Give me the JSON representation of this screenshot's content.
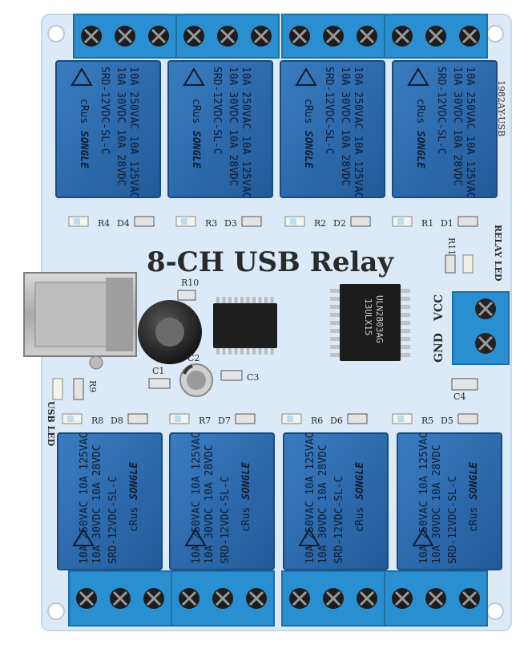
{
  "board": {
    "title": "8-CH USB Relay",
    "pcb_color": "#dbeaf6",
    "relay_color": "#2f6fb0",
    "terminal_color": "#2a8fd0"
  },
  "relay": {
    "brand": "SONGLE",
    "rating_1": "10A 250VAC 10A 125VAC",
    "rating_2": "10A  30VDC 10A  28VDC",
    "model": "SRD-12VDC-SL-C",
    "mark": "cRus"
  },
  "labels": {
    "part_no": "1982AY-USB",
    "relay_led": "RELAY LED",
    "usb_led": "USB LED",
    "vcc": "VCC",
    "gnd": "GND",
    "chip": "ULN2803AG",
    "chip_code": "13ULX15",
    "r_top": [
      "R4",
      "D4",
      "R3",
      "D3",
      "R2",
      "D2",
      "R1",
      "D1"
    ],
    "r_bottom": [
      "R8",
      "D8",
      "R7",
      "D7",
      "R6",
      "D6",
      "R5",
      "D5"
    ],
    "misc": [
      "R10",
      "R11",
      "R9",
      "C1",
      "C2",
      "C3",
      "C4"
    ]
  }
}
